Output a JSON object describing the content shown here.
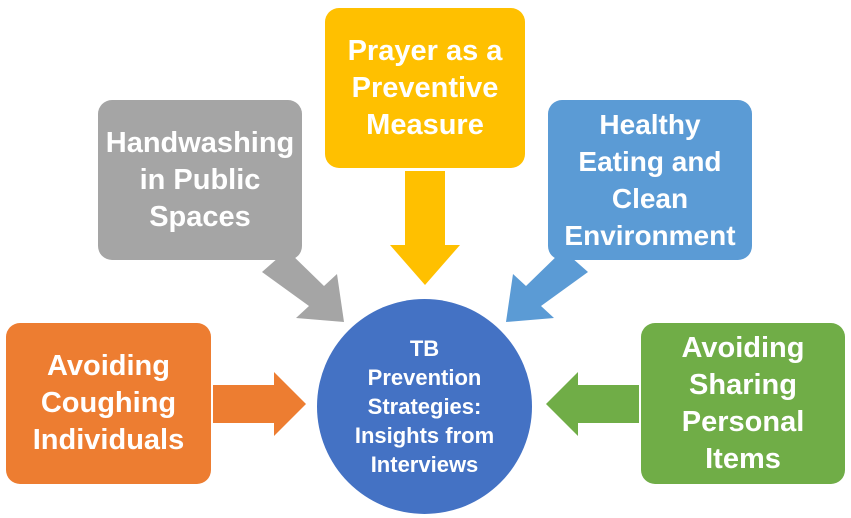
{
  "diagram": {
    "center": "TB\nPrevention\nStrategies:\nInsights from\nInterviews",
    "boxes": {
      "handwashing": "Handwashing\nin Public\nSpaces",
      "prayer": "Prayer as a\nPreventive\nMeasure",
      "healthy_eating": "Healthy\nEating and\nClean\nEnvironment",
      "avoiding_coughing": "Avoiding\nCoughing\nIndividuals",
      "avoiding_sharing": "Avoiding\nSharing\nPersonal\nItems"
    },
    "colors": {
      "center": "#4472c4",
      "handwashing": "#a5a5a5",
      "prayer": "#ffc000",
      "healthy_eating": "#5b9bd5",
      "avoiding_coughing": "#ed7d31",
      "avoiding_sharing": "#70ad47"
    }
  }
}
